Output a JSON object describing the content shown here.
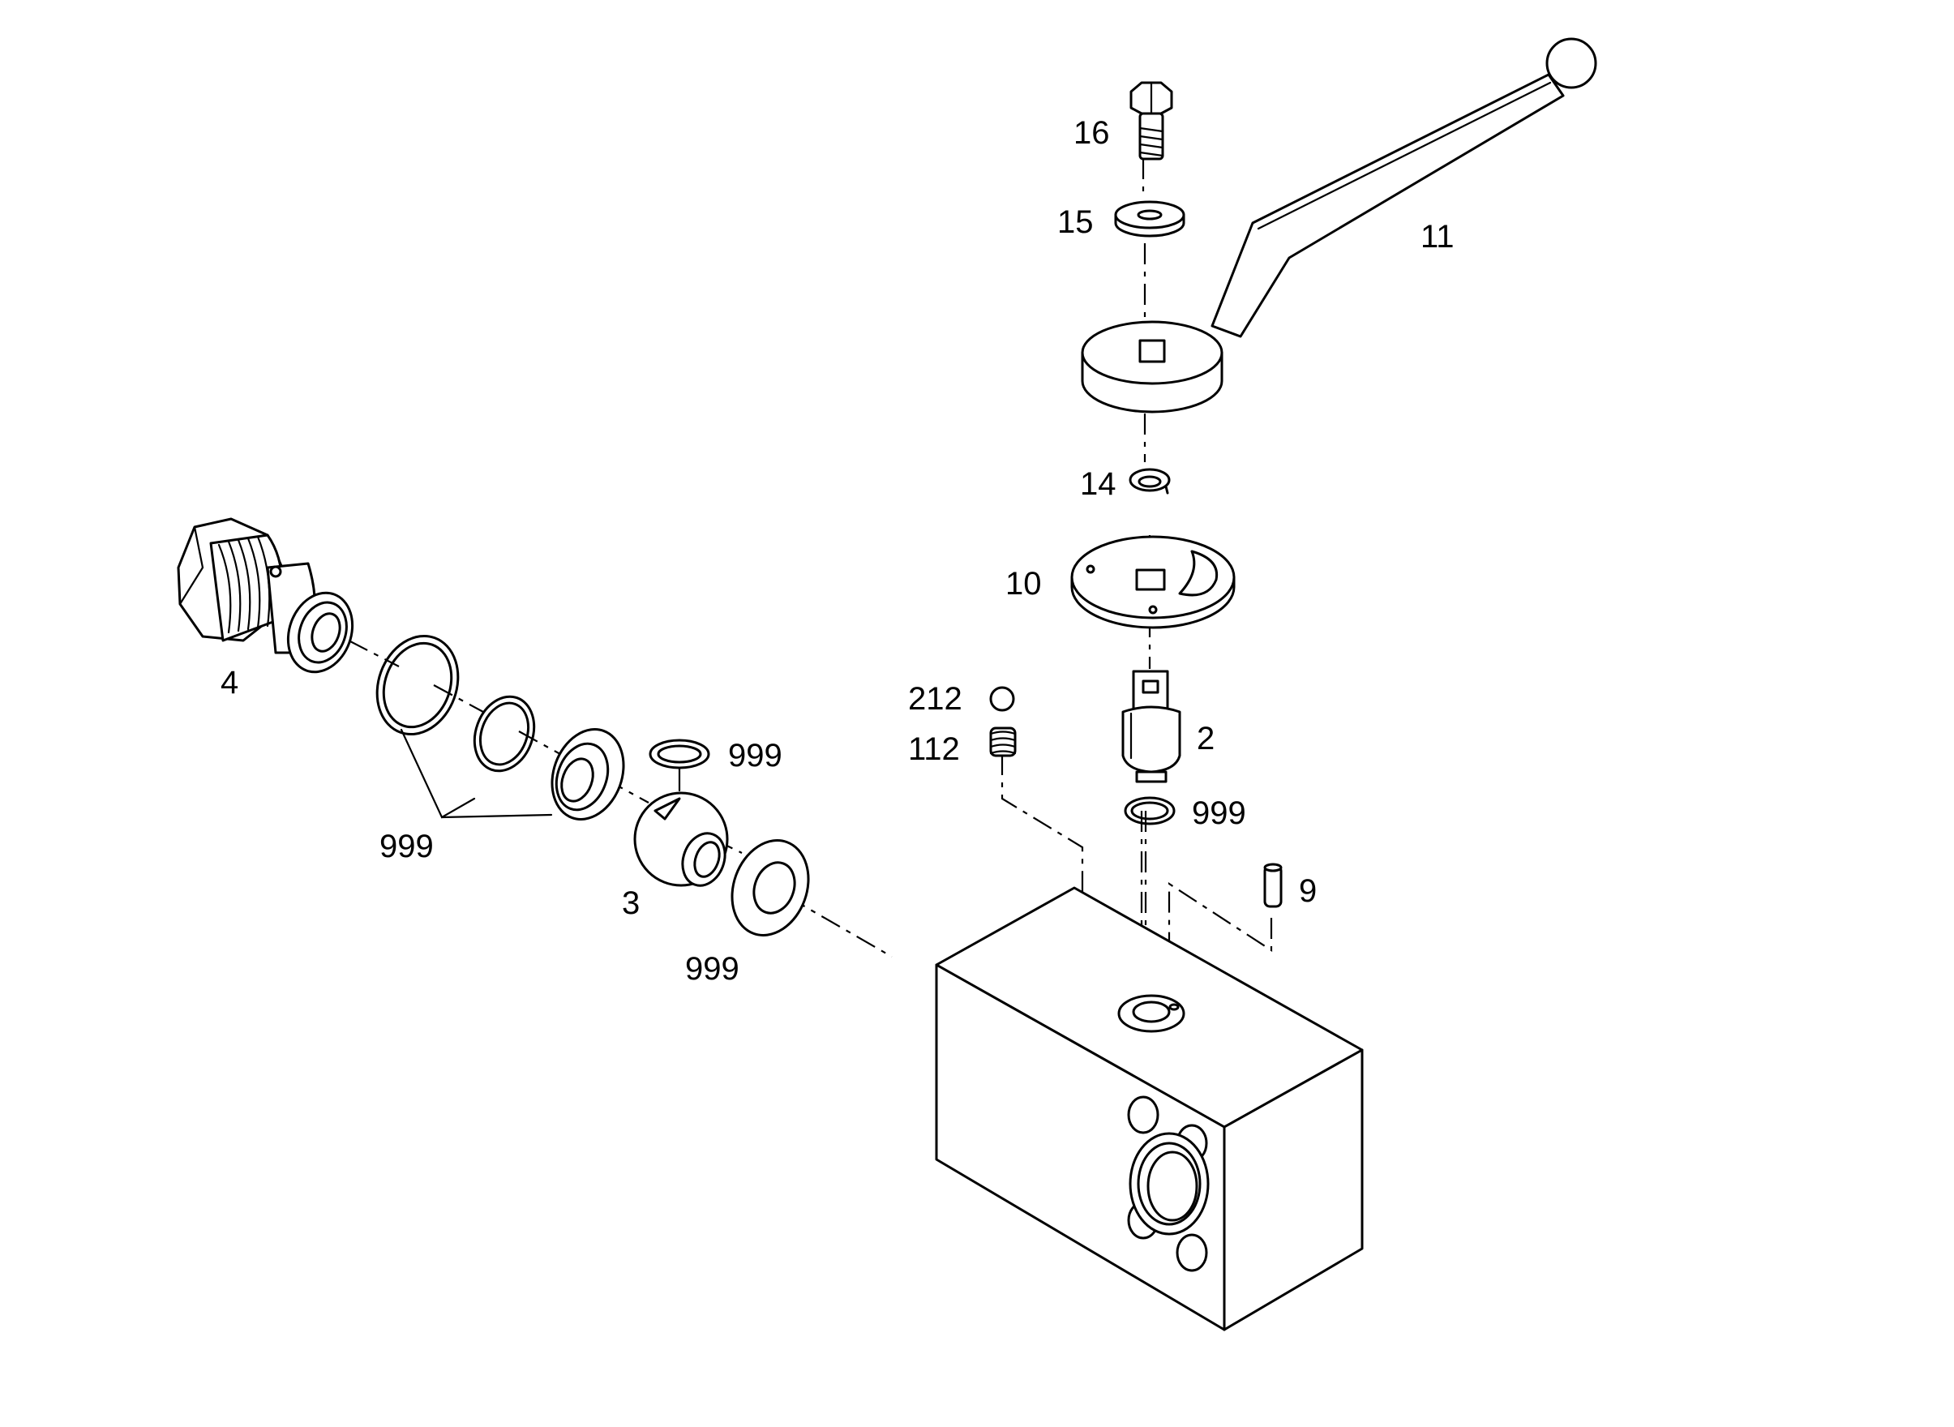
{
  "diagram": {
    "labels": {
      "l16": "16",
      "l15": "15",
      "l11": "11",
      "l14": "14",
      "l10": "10",
      "l212": "212",
      "l112": "112",
      "l2": "2",
      "l999_stem": "999",
      "l9": "9",
      "l4": "4",
      "l999_seal_top": "999",
      "l999_rings": "999",
      "l3": "3",
      "l999_seat": "999"
    },
    "colors": {
      "line": "#000000",
      "background": "#ffffff"
    }
  }
}
